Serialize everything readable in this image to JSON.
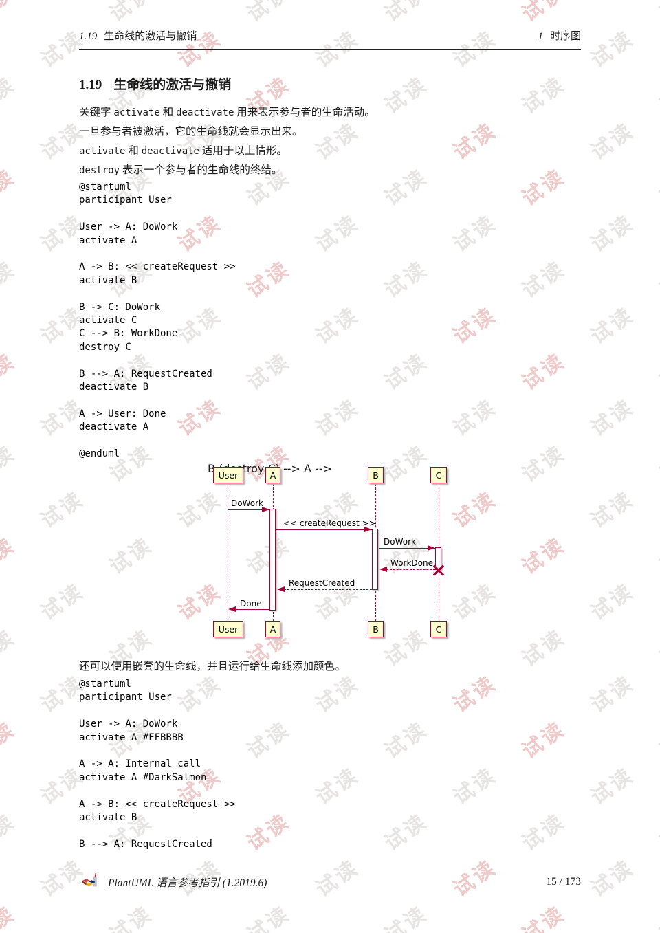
{
  "header": {
    "section_number": "1.19",
    "section_title": "生命线的激活与撤销",
    "chapter_number": "1",
    "chapter_title": "时序图"
  },
  "heading": {
    "number": "1.19",
    "title": "生命线的激活与撤销"
  },
  "paragraphs": [
    {
      "segments": [
        {
          "style": "plain",
          "text": "关键字 "
        },
        {
          "style": "code",
          "text": "activate"
        },
        {
          "style": "plain",
          "text": " 和 "
        },
        {
          "style": "code",
          "text": "deactivate"
        },
        {
          "style": "plain",
          "text": " 用来表示参与者的生命活动。"
        }
      ]
    },
    {
      "segments": [
        {
          "style": "plain",
          "text": "一旦参与者被激活，它的生命线就会显示出来。"
        }
      ]
    },
    {
      "segments": [
        {
          "style": "code",
          "text": "activate"
        },
        {
          "style": "plain",
          "text": " 和 "
        },
        {
          "style": "code",
          "text": "deactivate"
        },
        {
          "style": "plain",
          "text": " 适用于以上情形。"
        }
      ]
    },
    {
      "segments": [
        {
          "style": "code",
          "text": "destroy"
        },
        {
          "style": "plain",
          "text": " 表示一个参与者的生命线的终结。"
        }
      ]
    }
  ],
  "code_block_1": "@startuml\nparticipant User\n\nUser -> A: DoWork\nactivate A\n\nA -> B: << createRequest >>\nactivate B\n\nB -> C: DoWork\nactivate C\nC --> B: WorkDone\ndestroy C\n\nB --> A: RequestCreated\ndeactivate B\n\nA -> User: Done\ndeactivate A\n\n@enduml",
  "diagram": {
    "participants": [
      {
        "name": "User"
      },
      {
        "name": "A"
      },
      {
        "name": "B"
      },
      {
        "name": "C"
      }
    ],
    "messages": [
      {
        "label": "DoWork",
        "from": "User",
        "to": "A",
        "style": "solid"
      },
      {
        "label": "<< createRequest >>",
        "from": "A",
        "to": "B",
        "style": "solid"
      },
      {
        "label": "DoWork",
        "from": "B",
        "to": "C",
        "style": "solid"
      },
      {
        "label": "WorkDone",
        "from": "C",
        "to": "B",
        "style": "dashed",
        "destroy": true
      },
      {
        "label": "RequestCreated",
        "from": "B",
        "to": "A",
        "style": "dashed"
      },
      {
        "label": "Done",
        "from": "A",
        "to": "User",
        "style": "solid"
      }
    ],
    "colors": {
      "box_fill": "#FEFECE",
      "line": "#A80036"
    }
  },
  "note_after_diagram": "还可以使用嵌套的生命线，并且运行给生命线添加颜色。",
  "code_block_2": "@startuml\nparticipant User\n\nUser -> A: DoWork\nactivate A #FFBBBB\n\nA -> A: Internal call\nactivate A #DarkSalmon\n\nA -> B: << createRequest >>\nactivate B\n\nB --> A: RequestCreated",
  "footer": {
    "doc_title": "PlantUML 语言参考指引 (1.2019.6)",
    "page_number": "15 / 173"
  },
  "watermark": {
    "text": "试读",
    "color_gray": "#e8e4e4",
    "color_pink": "#eecaca"
  }
}
